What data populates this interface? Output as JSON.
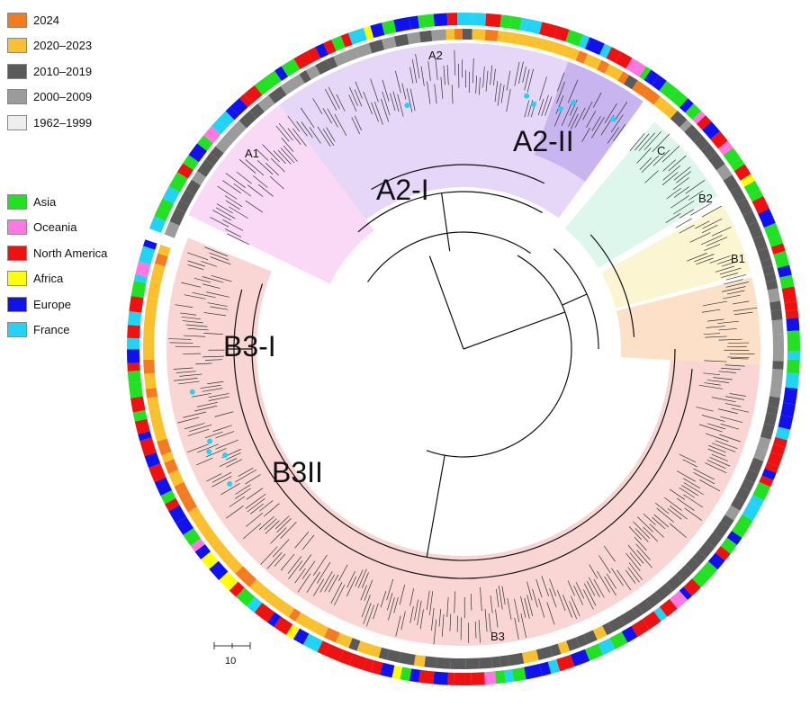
{
  "legend_years": {
    "items": [
      {
        "label": "2024",
        "color": "#F47B20"
      },
      {
        "label": "2020–2023",
        "color": "#FBC02D"
      },
      {
        "label": "2010–2019",
        "color": "#5A5A5A"
      },
      {
        "label": "2000–2009",
        "color": "#9B9B9B"
      },
      {
        "label": "1962–1999",
        "color": "#EEEEEE"
      }
    ]
  },
  "legend_regions": {
    "items": [
      {
        "label": "Asia",
        "color": "#22E022"
      },
      {
        "label": "Oceania",
        "color": "#FF77E0"
      },
      {
        "label": "North America",
        "color": "#EE1111"
      },
      {
        "label": "Africa",
        "color": "#FFFF00"
      },
      {
        "label": "Europe",
        "color": "#1111EE"
      },
      {
        "label": "France",
        "color": "#22D3F5"
      }
    ]
  },
  "clades": {
    "a1": "A1",
    "a2": "A2",
    "a2_i": "A2-I",
    "a2_ii": "A2-II",
    "c": "C",
    "b2": "B2",
    "b1": "B1",
    "b3": "B3",
    "b3_i": "B3-I",
    "b3_ii": "B3II"
  },
  "clade_colors": {
    "a1": "#F9D9F6",
    "a2": "#E6D6F7",
    "a2_ii": "#C8B4EE",
    "c": "#DDF7EC",
    "b2": "#FBF5D2",
    "b1": "#FCE1C8",
    "b3": "#F9D6D4"
  },
  "scale_bar": {
    "label": "10"
  }
}
